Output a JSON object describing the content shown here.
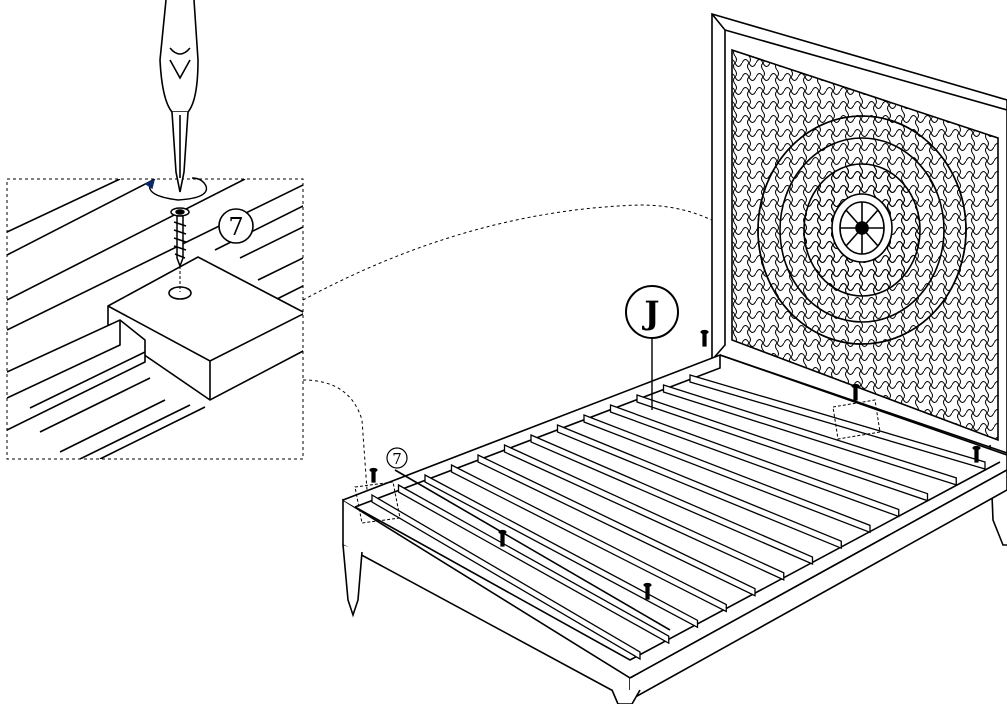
{
  "callouts": {
    "part_letter": "J",
    "screw_number_detail": "7",
    "screw_number_small": "7"
  }
}
